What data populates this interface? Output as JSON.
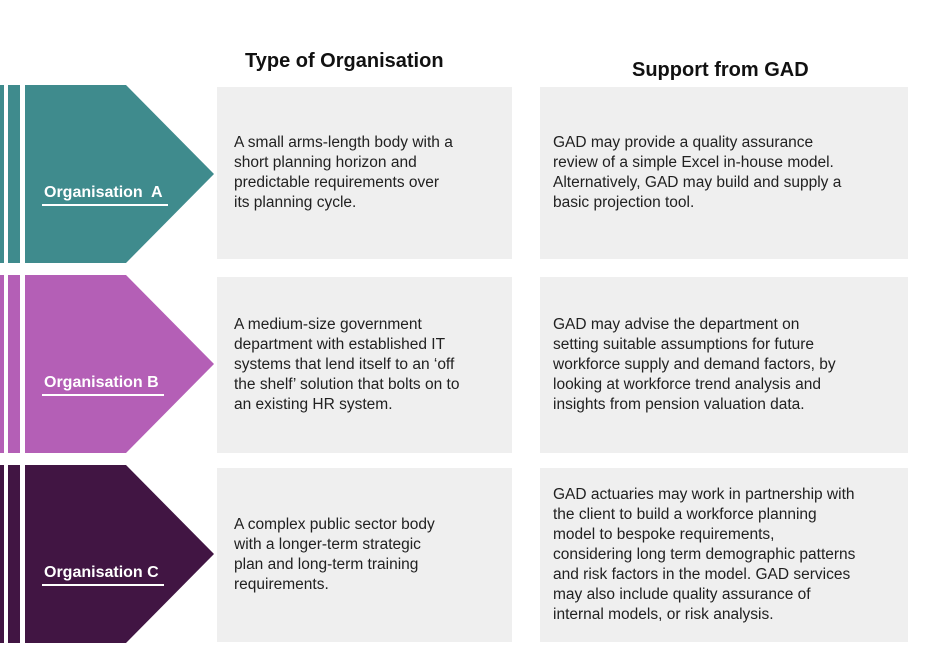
{
  "page": {
    "background": "#ffffff",
    "box_color": "#EFEFEF",
    "text_color": "#212121"
  },
  "columns": [
    {
      "header": "Type of Organisation"
    },
    {
      "header": "Support from GAD"
    }
  ],
  "rows": [
    {
      "label": "Organisation  A",
      "color": "#3F8B8D",
      "type_text": "A small arms-length body with a\nshort planning horizon and\npredictable requirements over\nits planning cycle.",
      "support_text": "GAD may provide a quality assurance\nreview of a simple Excel in-house model.\nAlternatively, GAD may build and supply a\nbasic projection tool."
    },
    {
      "label": "Organisation B",
      "color": "#B45FB6",
      "type_text": "A medium-size government\ndepartment with established IT\nsystems that lend itself to an ‘off\nthe shelf’ solution that bolts on to\nan existing HR system.",
      "support_text": "GAD may advise the department on\nsetting suitable assumptions for future\nworkforce supply and demand factors, by\nlooking at workforce trend analysis and\ninsights from pension valuation data."
    },
    {
      "label": "Organisation C",
      "color": "#411543",
      "type_text": "A complex public sector body\nwith a longer-term strategic\nplan and long-term training\nrequirements.",
      "support_text": "GAD actuaries may work in partnership with\nthe client to build a workforce planning\nmodel to bespoke requirements,\nconsidering long term demographic patterns\nand risk factors in the model. GAD services\nmay also include quality assurance of\ninternal models, or risk analysis."
    }
  ]
}
